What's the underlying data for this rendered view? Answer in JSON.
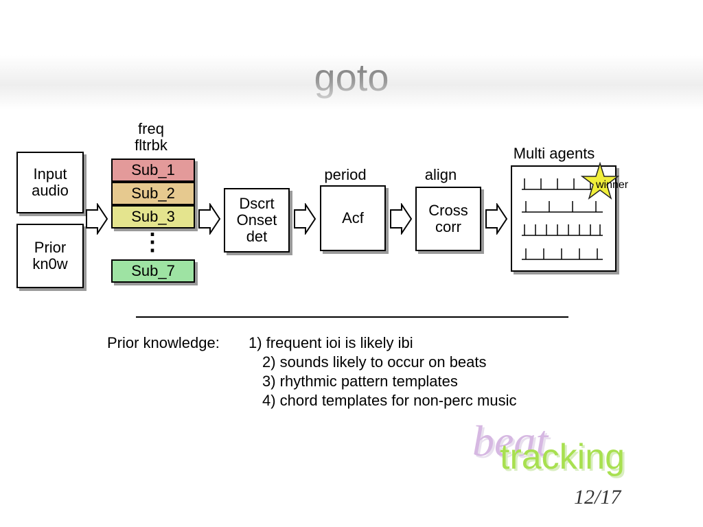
{
  "slide": {
    "title": "goto",
    "page_number": "12/17",
    "brand": {
      "word1": "beat",
      "word2": "tracking"
    }
  },
  "diagram": {
    "inputs": [
      {
        "id": "input-audio",
        "label": "Input\naudio"
      },
      {
        "id": "prior-know",
        "label": "Prior\nkn0w"
      }
    ],
    "filterbank": {
      "label": "freq\nfltrbk",
      "subbands": [
        {
          "label": "Sub_1",
          "color": "#e39a9a"
        },
        {
          "label": "Sub_2",
          "color": "#e6c98f"
        },
        {
          "label": "Sub_3",
          "color": "#e4e48e"
        },
        {
          "label": "Sub_7",
          "color": "#9ee3a3"
        }
      ],
      "ellipsis": "⋮"
    },
    "onset": {
      "label": "Dscrt\nOnset\ndet"
    },
    "acf": {
      "label": "Acf",
      "caption": "period"
    },
    "crosscorr": {
      "label": "Cross\ncorr",
      "caption": "align"
    },
    "agents": {
      "caption": "Multi agents",
      "winner_label": "winner",
      "star_color": "#f0ee3a"
    }
  },
  "prior_knowledge": {
    "heading": "Prior knowledge:",
    "items": [
      "1) frequent ioi is likely ibi",
      "2) sounds likely to occur on beats",
      "3) rhythmic pattern templates",
      "4) chord templates for non-perc music"
    ]
  }
}
